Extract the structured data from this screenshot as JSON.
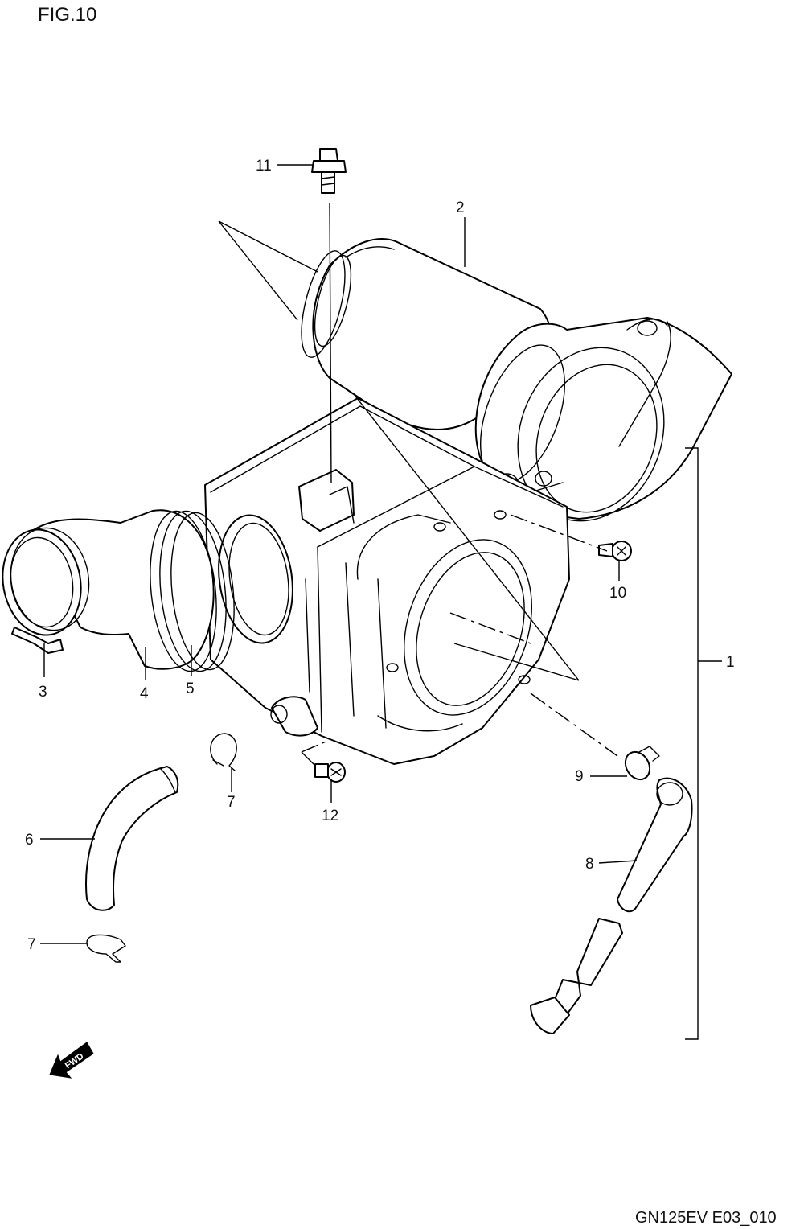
{
  "figure_title": "FIG.10",
  "drawing_code": "GN125EV E03_010",
  "direction_marker": "FWD",
  "callouts": {
    "c1": "1",
    "c2": "2",
    "c3": "3",
    "c4": "4",
    "c5": "5",
    "c6": "6",
    "c7a": "7",
    "c7b": "7",
    "c8": "8",
    "c9": "9",
    "c10": "10",
    "c11": "11",
    "c12": "12"
  },
  "colors": {
    "line": "#000000",
    "background": "#ffffff"
  }
}
